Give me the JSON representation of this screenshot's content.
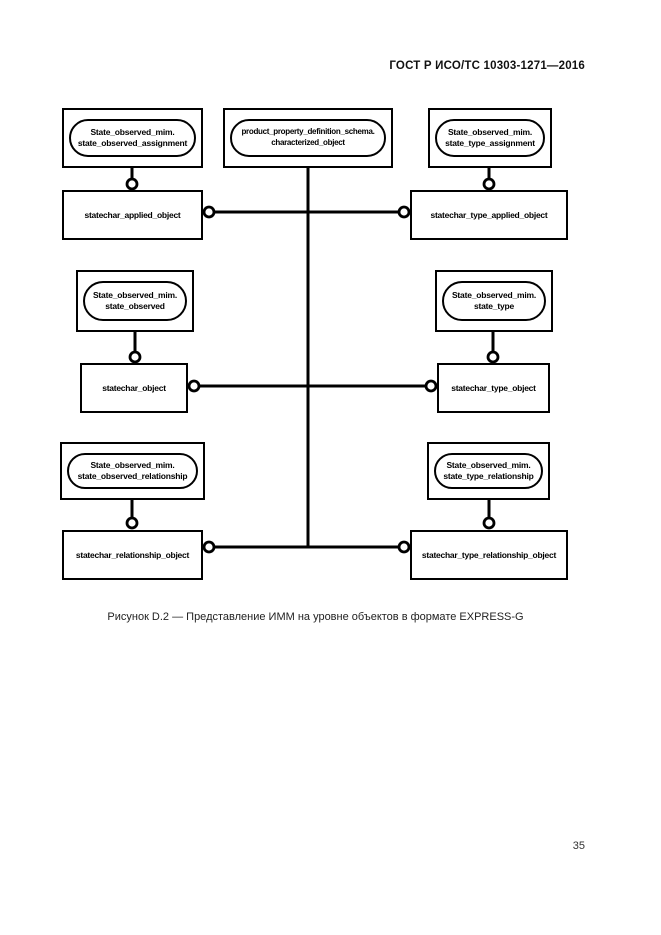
{
  "page": {
    "number": "35",
    "background_color": "#ffffff",
    "ink_color": "#000000"
  },
  "header": {
    "title": "ГОСТ Р ИСО/ТС 10303-1271—2016"
  },
  "figure": {
    "caption": "Рисунок D.2 — Представление ИММ на уровне объектов в формате EXPRESS-G",
    "notation": "EXPRESS-G",
    "page_ref_nodes": [
      {
        "line1": "State_observed_mim.",
        "line2": "state_observed_assignment"
      },
      {
        "line1": "product_property_definition_schema.",
        "line2": "characterized_object"
      },
      {
        "line1": "State_observed_mim.",
        "line2": "state_type_assignment"
      },
      {
        "line1": "State_observed_mim.",
        "line2": "state_observed"
      },
      {
        "line1": "State_observed_mim.",
        "line2": "state_type"
      },
      {
        "line1": "State_observed_mim.",
        "line2": "state_observed_relationship"
      },
      {
        "line1": "State_observed_mim.",
        "line2": "state_type_relationship"
      }
    ],
    "entity_nodes": [
      {
        "label": "statechar_applied_object"
      },
      {
        "label": "statechar_type_applied_object"
      },
      {
        "label": "statechar_object"
      },
      {
        "label": "statechar_type_object"
      },
      {
        "label": "statechar_relationship_object"
      },
      {
        "label": "statechar_type_relationship_object"
      }
    ]
  }
}
